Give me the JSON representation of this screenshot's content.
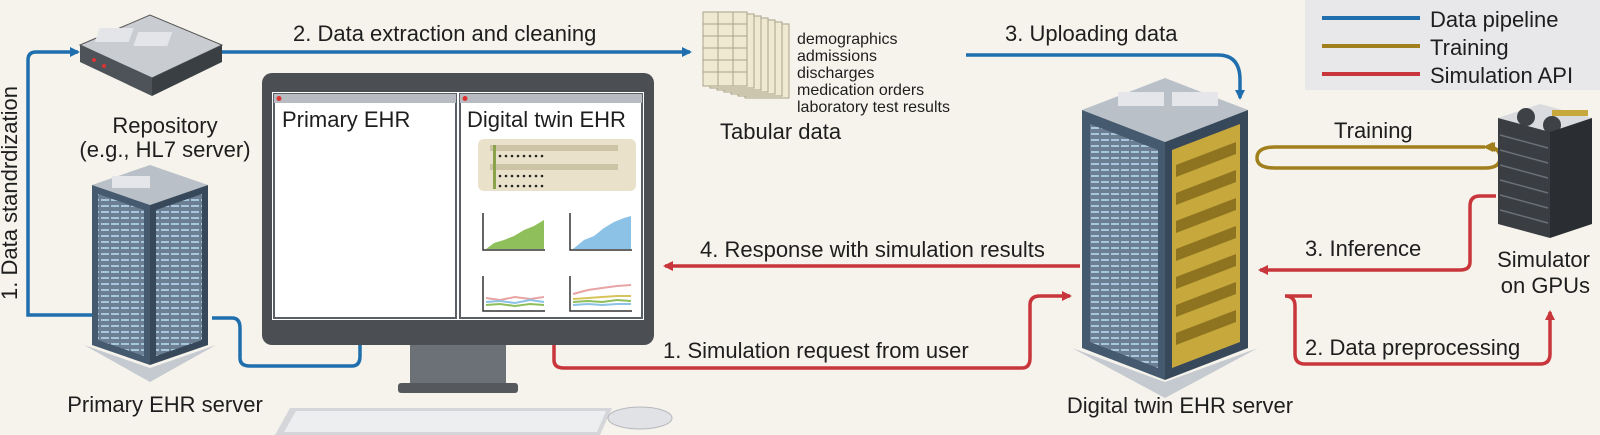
{
  "legend": {
    "items": [
      {
        "label": "Data pipeline",
        "color": "#1f6fae"
      },
      {
        "label": "Training",
        "color": "#a07f1c"
      },
      {
        "label": "Simulation API",
        "color": "#c8363b"
      }
    ]
  },
  "colors": {
    "pipeline": "#1f6fae",
    "training": "#a07f1c",
    "simulation": "#c8363b",
    "background": "#f6f3ec"
  },
  "nodes": {
    "repository": {
      "line1": "Repository",
      "line2": "(e.g., HL7 server)",
      "icon": "server-box-icon"
    },
    "primary_server": {
      "label": "Primary EHR server",
      "icon": "server-rack-icon"
    },
    "monitor": {
      "left_pane": "Primary EHR",
      "right_pane": "Digital twin EHR",
      "icon": "monitor-icon"
    },
    "tabular": {
      "label": "Tabular data",
      "icon": "table-stack-icon",
      "fields": [
        "demographics",
        "admissions",
        "discharges",
        "medication orders",
        "laboratory test results"
      ]
    },
    "twin_server": {
      "label": "Digital twin EHR server",
      "icon": "server-rack-icon"
    },
    "simulator": {
      "line1": "Simulator",
      "line2": "on GPUs",
      "icon": "gpu-stack-icon"
    }
  },
  "edges": {
    "data_standardization": "1. Data standrdization",
    "extraction": "2. Data extraction and cleaning",
    "uploading": "3. Uploading data",
    "training": "Training",
    "inference": "3. Inference",
    "response": "4. Response with simulation results",
    "request": "1. Simulation request from user",
    "preprocessing": "2. Data preprocessing"
  }
}
